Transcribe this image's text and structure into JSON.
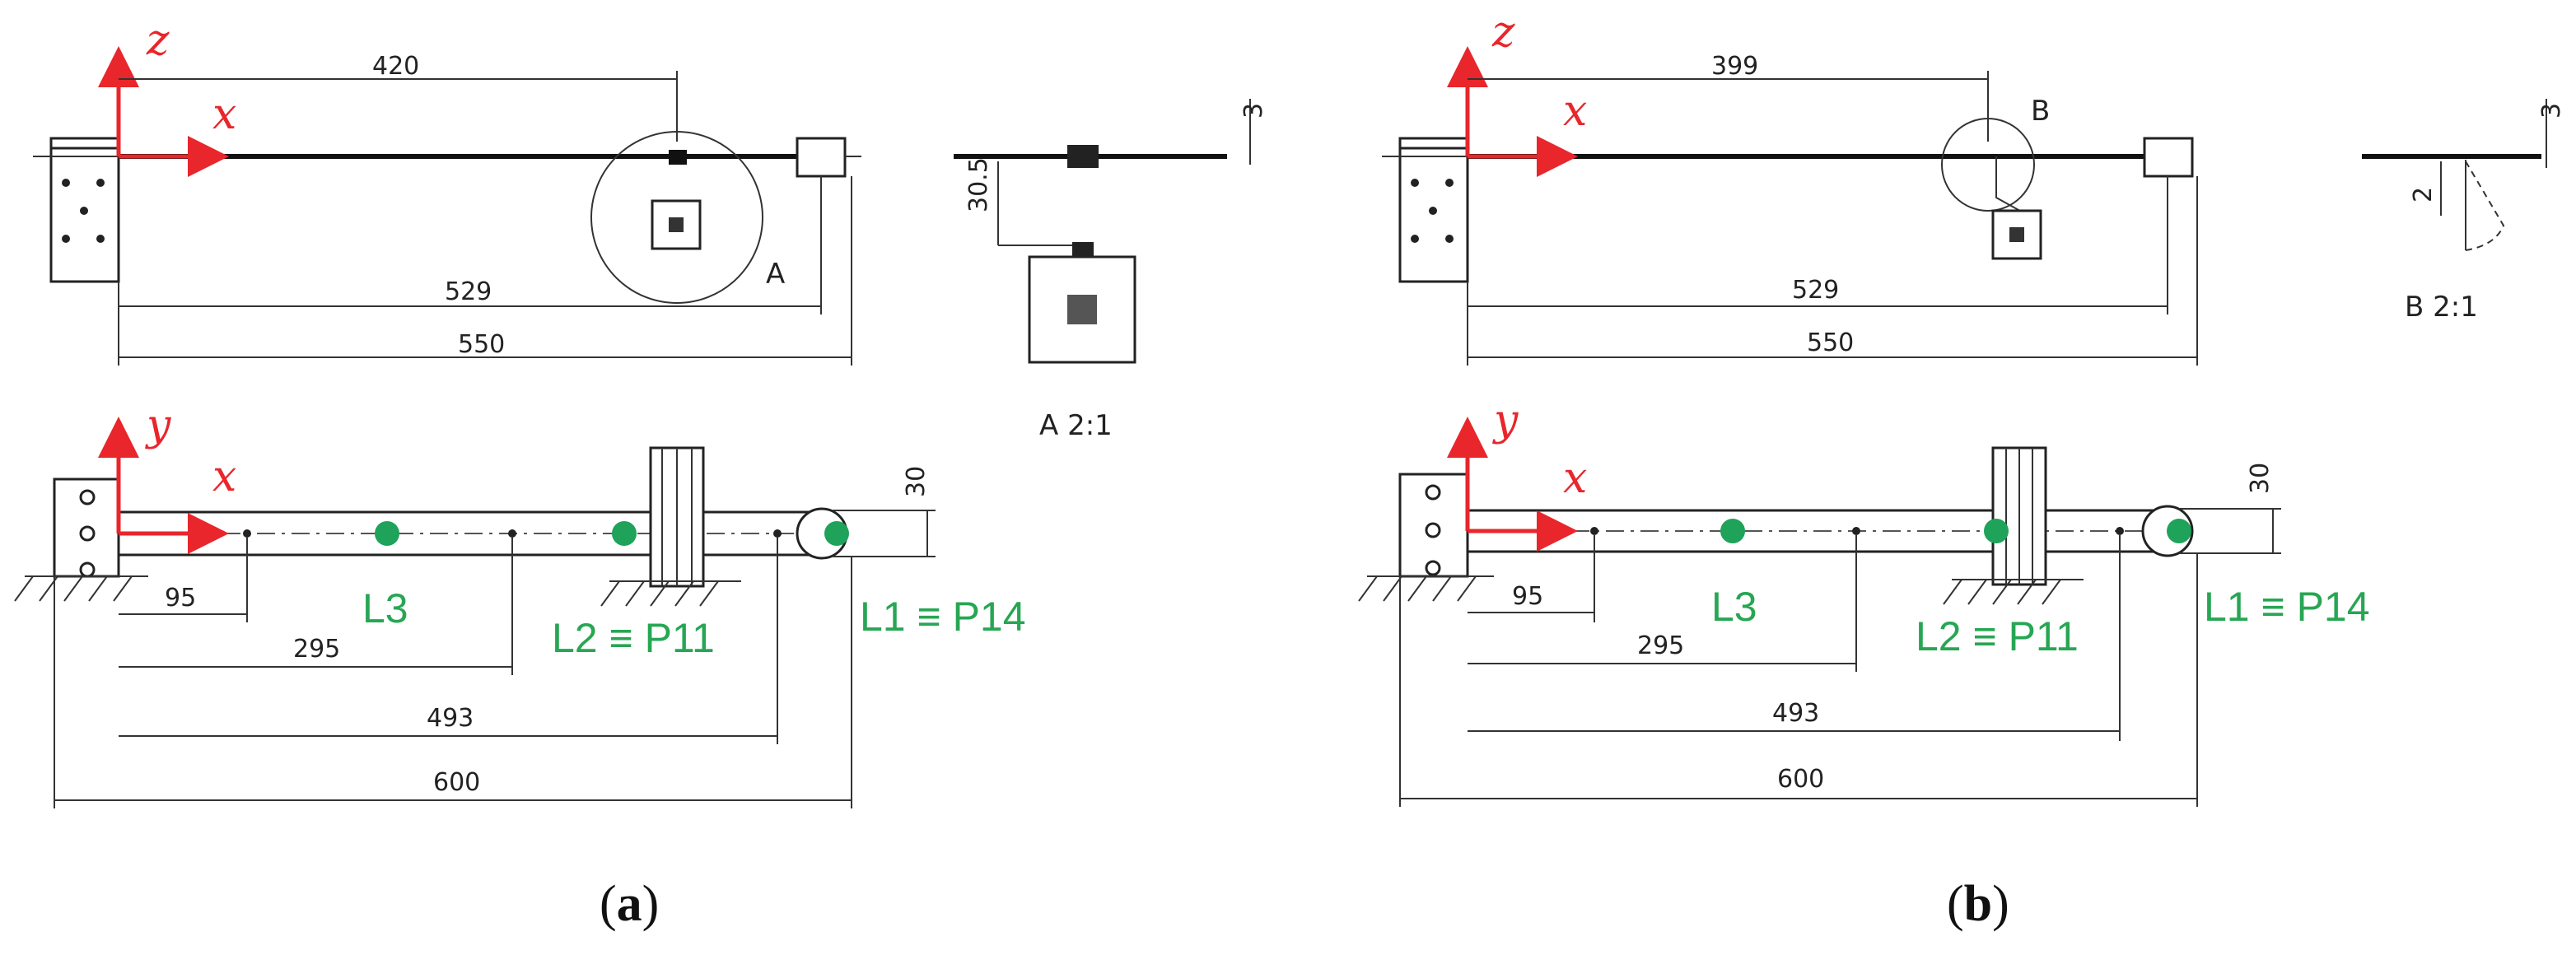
{
  "colors": {
    "axis": "#e8262b",
    "point": "#1fa25a",
    "label": "#27a653",
    "line": "#222222"
  },
  "panels": [
    {
      "id": "a",
      "axes": {
        "top_vertical": "z",
        "top_horizontal": "x",
        "bottom_vertical": "y",
        "bottom_horizontal": "x"
      },
      "top_dims": {
        "d1": "420",
        "d2": "529",
        "d3": "550"
      },
      "detail_ref": "A",
      "detail": {
        "thickness": "3",
        "offset": "30.5",
        "caption": "A 2:1"
      },
      "bottom_dims": {
        "w": "30",
        "d95": "95",
        "d295": "295",
        "d493": "493",
        "d600": "600"
      },
      "labels": {
        "l3": "L3",
        "l2": "L2 ≡ P11",
        "l1": "L1 ≡ P14"
      },
      "caption": {
        "open": "(",
        "letter": "a",
        "close": ")"
      }
    },
    {
      "id": "b",
      "axes": {
        "top_vertical": "z",
        "top_horizontal": "x",
        "bottom_vertical": "y",
        "bottom_horizontal": "x"
      },
      "top_dims": {
        "d1": "399",
        "d2": "529",
        "d3": "550"
      },
      "detail_ref": "B",
      "detail": {
        "thickness": "3",
        "offset": "2",
        "caption": "B 2:1"
      },
      "bottom_dims": {
        "w": "30",
        "d95": "95",
        "d295": "295",
        "d493": "493",
        "d600": "600"
      },
      "labels": {
        "l3": "L3",
        "l2": "L2 ≡ P11",
        "l1": "L1 ≡ P14"
      },
      "caption": {
        "open": "(",
        "letter": "b",
        "close": ")"
      }
    }
  ]
}
